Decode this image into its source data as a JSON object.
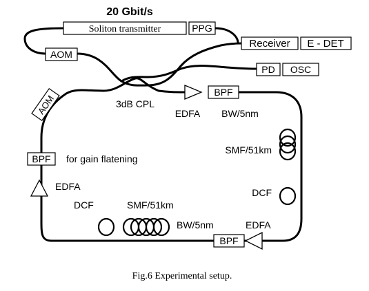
{
  "diagram": {
    "bitrate_label": "20 Gbit/s",
    "soliton_transmitter": "Soliton transmitter",
    "ppg": "PPG",
    "aom_top": "AOM",
    "receiver": "Receiver",
    "e_det": "E - DET",
    "pd": "PD",
    "osc": "OSC",
    "coupler": "3dB CPL",
    "edfa_top": "EDFA",
    "bpf_top": "BPF",
    "bw_top": "BW/5nm",
    "aom_loop": "AOM",
    "smf_right": "SMF/51km",
    "bpf_left": "BPF",
    "gain_flat": "for gain flatening",
    "edfa_left": "EDFA",
    "dcf_right": "DCF",
    "dcf_bottom": "DCF",
    "smf_bottom": "SMF/51km",
    "bw_bottom": "BW/5nm",
    "edfa_bottom": "EDFA",
    "bpf_bottom": "BPF"
  },
  "caption": "Fig.6  Experimental setup."
}
